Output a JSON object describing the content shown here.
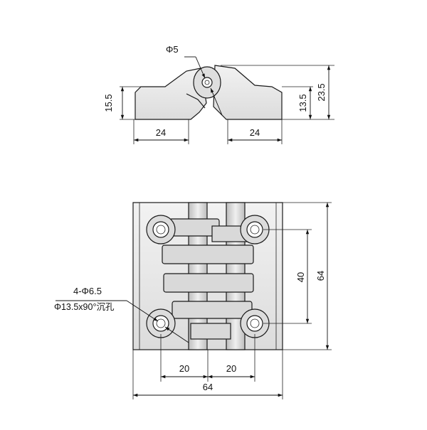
{
  "side_view": {
    "pin_diameter": "Φ5",
    "left_thickness": "15.5",
    "right_thickness": "13.5",
    "total_height": "23.5",
    "left_leaf_width": "24",
    "right_leaf_width": "24"
  },
  "front_view": {
    "hole_spec_line1": "4-Φ6.5",
    "hole_spec_line2": "Φ13.5x90°沉孔",
    "hole_vertical_spacing": "40",
    "total_height": "64",
    "hole_spacing_left": "20",
    "hole_spacing_right": "20",
    "total_width": "64"
  },
  "colors": {
    "line": "#1a1a1a",
    "body_fill": "#e6e6e6",
    "knuckle_fill": "#d2d2d2"
  }
}
